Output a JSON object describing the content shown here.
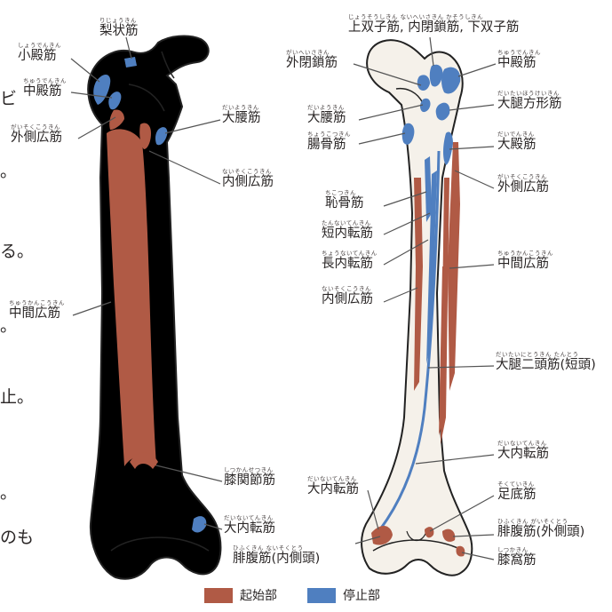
{
  "colors": {
    "origin": "#b05a45",
    "insertion": "#4f7fc0",
    "bone_fill": "#f5f1ea",
    "bone_stroke": "#222222",
    "line": "#555555"
  },
  "side_text": [
    "ビ",
    "。",
    "る。",
    "。",
    "止。",
    "。",
    "のも"
  ],
  "left_labels": [
    {
      "ruby": "りじょうきん",
      "text": "梨状筋"
    },
    {
      "ruby": "しょうでんきん",
      "text": "小殿筋"
    },
    {
      "ruby": "ちゅうでんきん",
      "text": "中殿筋"
    },
    {
      "ruby": "がいそくこうきん",
      "text": "外側広筋"
    },
    {
      "ruby": "だいようきん",
      "text": "大腰筋"
    },
    {
      "ruby": "ないそくこうきん",
      "text": "内側広筋"
    },
    {
      "ruby": "ちゅうかんこうきん",
      "text": "中間広筋"
    },
    {
      "ruby": "しつかんせつきん",
      "text": "膝関節筋"
    },
    {
      "ruby": "だいないてんきん",
      "text": "大内転筋"
    }
  ],
  "right_labels": [
    {
      "ruby": "じょうそうしきん ないへいさきん かそうしきん",
      "text": "上双子筋, 内閉鎖筋, 下双子筋"
    },
    {
      "ruby": "がいへいさきん",
      "text": "外閉鎖筋"
    },
    {
      "ruby": "ちゅうでんきん",
      "text": "中殿筋"
    },
    {
      "ruby": "だいようきん",
      "text": "大腰筋"
    },
    {
      "ruby": "だいたいほうけいきん",
      "text": "大腿方形筋"
    },
    {
      "ruby": "ちょうこつきん",
      "text": "腸骨筋"
    },
    {
      "ruby": "だいでんきん",
      "text": "大殿筋"
    },
    {
      "ruby": "がいそくこうきん",
      "text": "外側広筋"
    },
    {
      "ruby": "ちこつきん",
      "text": "恥骨筋"
    },
    {
      "ruby": "たんないてんきん",
      "text": "短内転筋"
    },
    {
      "ruby": "ちょうないてんきん",
      "text": "長内転筋"
    },
    {
      "ruby": "ちゅうかんこうきん",
      "text": "中間広筋"
    },
    {
      "ruby": "ないそくこうきん",
      "text": "内側広筋"
    },
    {
      "ruby": "だいたいにとうきん たんとう",
      "text": "大腿二頭筋(短頭)"
    },
    {
      "ruby": "だいないてんきん",
      "text": "大内転筋"
    },
    {
      "ruby": "だいないてんきん",
      "text": "大内転筋"
    },
    {
      "ruby": "そくていきん",
      "text": "足底筋"
    },
    {
      "ruby": "ひふくきん がいそくとう",
      "text": "腓腹筋(外側頭)"
    },
    {
      "ruby": "ひふくきん ないそくとう",
      "text": "腓腹筋(内側頭)"
    },
    {
      "ruby": "しつかきん",
      "text": "膝窩筋"
    }
  ],
  "legend": {
    "origin": "起始部",
    "insertion": "停止部"
  }
}
